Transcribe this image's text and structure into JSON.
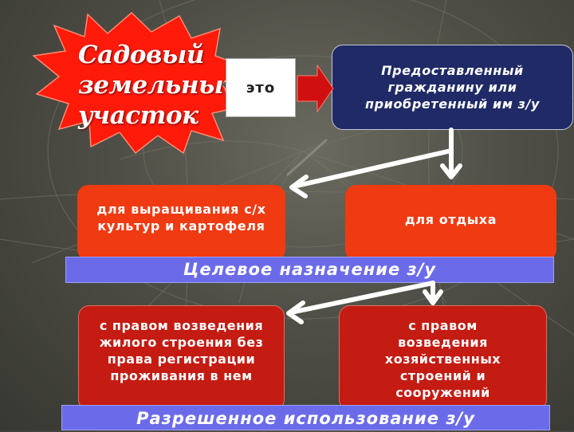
{
  "title": {
    "lines": [
      "Садовый",
      "земельный",
      "участок"
    ]
  },
  "connector_label": "это",
  "definition": "Предоставленный гражданину или приобретенный им з/у",
  "purposes": [
    "для выращивания с/х культур и картофеля",
    "для отдыха"
  ],
  "purpose_band": "Целевое назначение з/у",
  "uses": [
    "с правом возведения жилого строения без права регистрации проживания в нем",
    "с правом возведения хозяйственных строений и сооружений"
  ],
  "use_band": "Разрешенное использование з/у",
  "colors": {
    "burst": "#ff1a0a",
    "definition_box": "#1f2a66",
    "purpose_box": "#f03a12",
    "use_box": "#c41b12",
    "band": "#6b6bea",
    "arrow_red": "#d01010"
  }
}
